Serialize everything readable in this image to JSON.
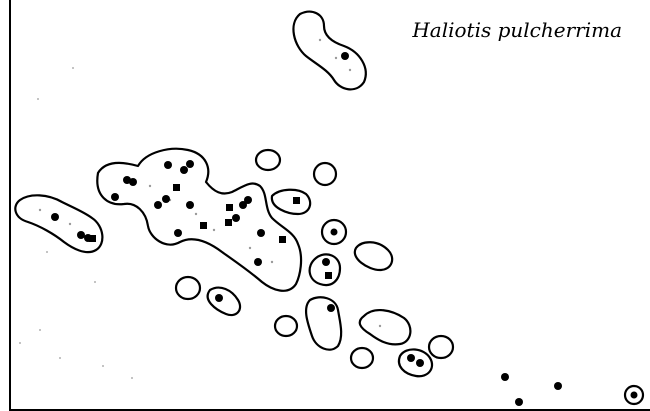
{
  "map": {
    "species_name": "Haliotis pulcherrima",
    "colors": {
      "ink": "#000000",
      "background": "#ffffff",
      "speckle": "#9a9a9a"
    },
    "legend": "none",
    "marker_types": [
      "filled-circle",
      "filled-square",
      "ringed-circle"
    ]
  }
}
